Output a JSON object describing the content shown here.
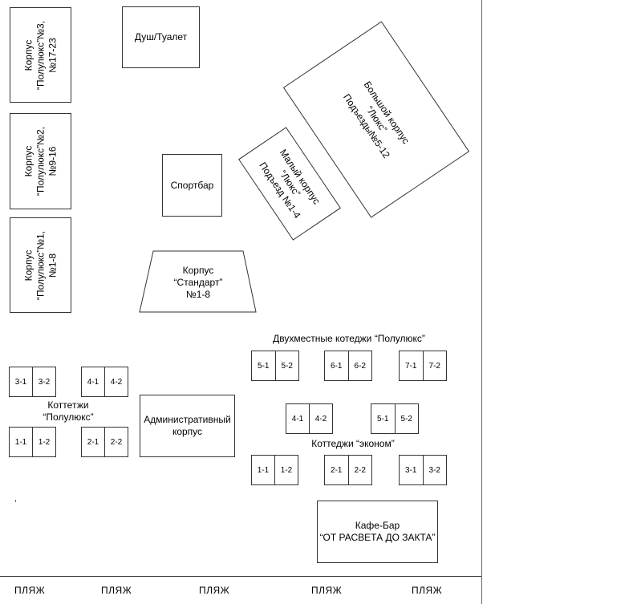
{
  "map": {
    "korpus_lux3": "Корпус\n“Полулюкс”№3,\n№17-23",
    "korpus_lux2": "Корпус\n“Полулюкс”№2,\n№9-16",
    "korpus_lux1": "Корпус\n“Полулюкс”№1,\n№1-8",
    "shower": "Душ/Туалет",
    "sportbar": "Спортбар",
    "big_korpus": "Большой корпус\n“Люкс”\nПодъезды№5-12",
    "small_korpus": "Малый корпус\n“Люкс”\nПодъезд №1-4",
    "standard": "Корпус\n“Стандарт”\n№1-8",
    "admin": "Административный\nкорпус",
    "cafe": "Кафе-Бар\n“ОТ РАСВЕТА ДО ЗАКТА”",
    "cottages_polulux_label": "Коттетжи\n“Полулюкс”",
    "double_cottages_label": "Двухместные котеджи “Полулюкс”",
    "econom_label": "Коттеджи “эконом”",
    "left_units": [
      [
        "3-1",
        "3-2"
      ],
      [
        "4-1",
        "4-2"
      ],
      [
        "1-1",
        "1-2"
      ],
      [
        "2-1",
        "2-2"
      ]
    ],
    "double_units_row1": [
      [
        "5-1",
        "5-2"
      ],
      [
        "6-1",
        "6-2"
      ],
      [
        "7-1",
        "7-2"
      ]
    ],
    "double_units_row2": [
      [
        "4-1",
        "4-2"
      ],
      [
        "5-1",
        "5-2"
      ]
    ],
    "econom_units": [
      [
        "1-1",
        "1-2"
      ],
      [
        "2-1",
        "2-2"
      ],
      [
        "3-1",
        "3-2"
      ]
    ],
    "beach": [
      "ПЛЯЖ",
      "ПЛЯЖ",
      "ПЛЯЖ",
      "ПЛЯЖ",
      "ПЛЯЖ"
    ]
  }
}
